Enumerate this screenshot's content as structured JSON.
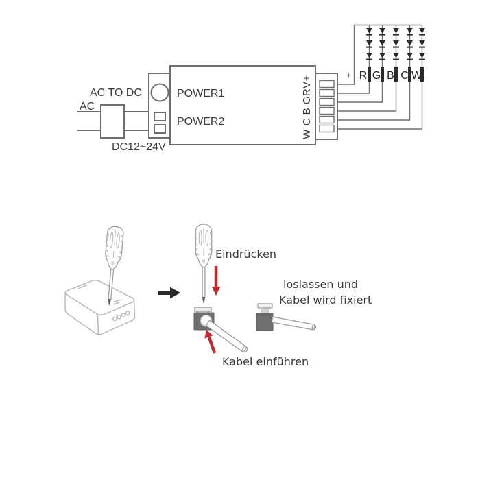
{
  "diagram": {
    "psu_label": "AC TO DC",
    "ac_label": "AC",
    "dc_label": "DC12~24V",
    "power1_label": "POWER1",
    "power2_label": "POWER2",
    "terminal_block_vertical": "W C B GRV+",
    "strip_terminals": [
      "+",
      "R",
      "G",
      "B",
      "C",
      "W"
    ]
  },
  "instructions": {
    "press": "Eindrücken",
    "release_line1": "loslassen und",
    "release_line2": "Kabel wird fixiert",
    "insert": "Kabel einführen"
  },
  "colors": {
    "line_gray": "#6e6e6e",
    "sketch_gray": "#b5b5b5",
    "dark_gray_block": "#6f6f6f",
    "red_arrow": "#c4262d",
    "black": "#2b2b2b"
  }
}
